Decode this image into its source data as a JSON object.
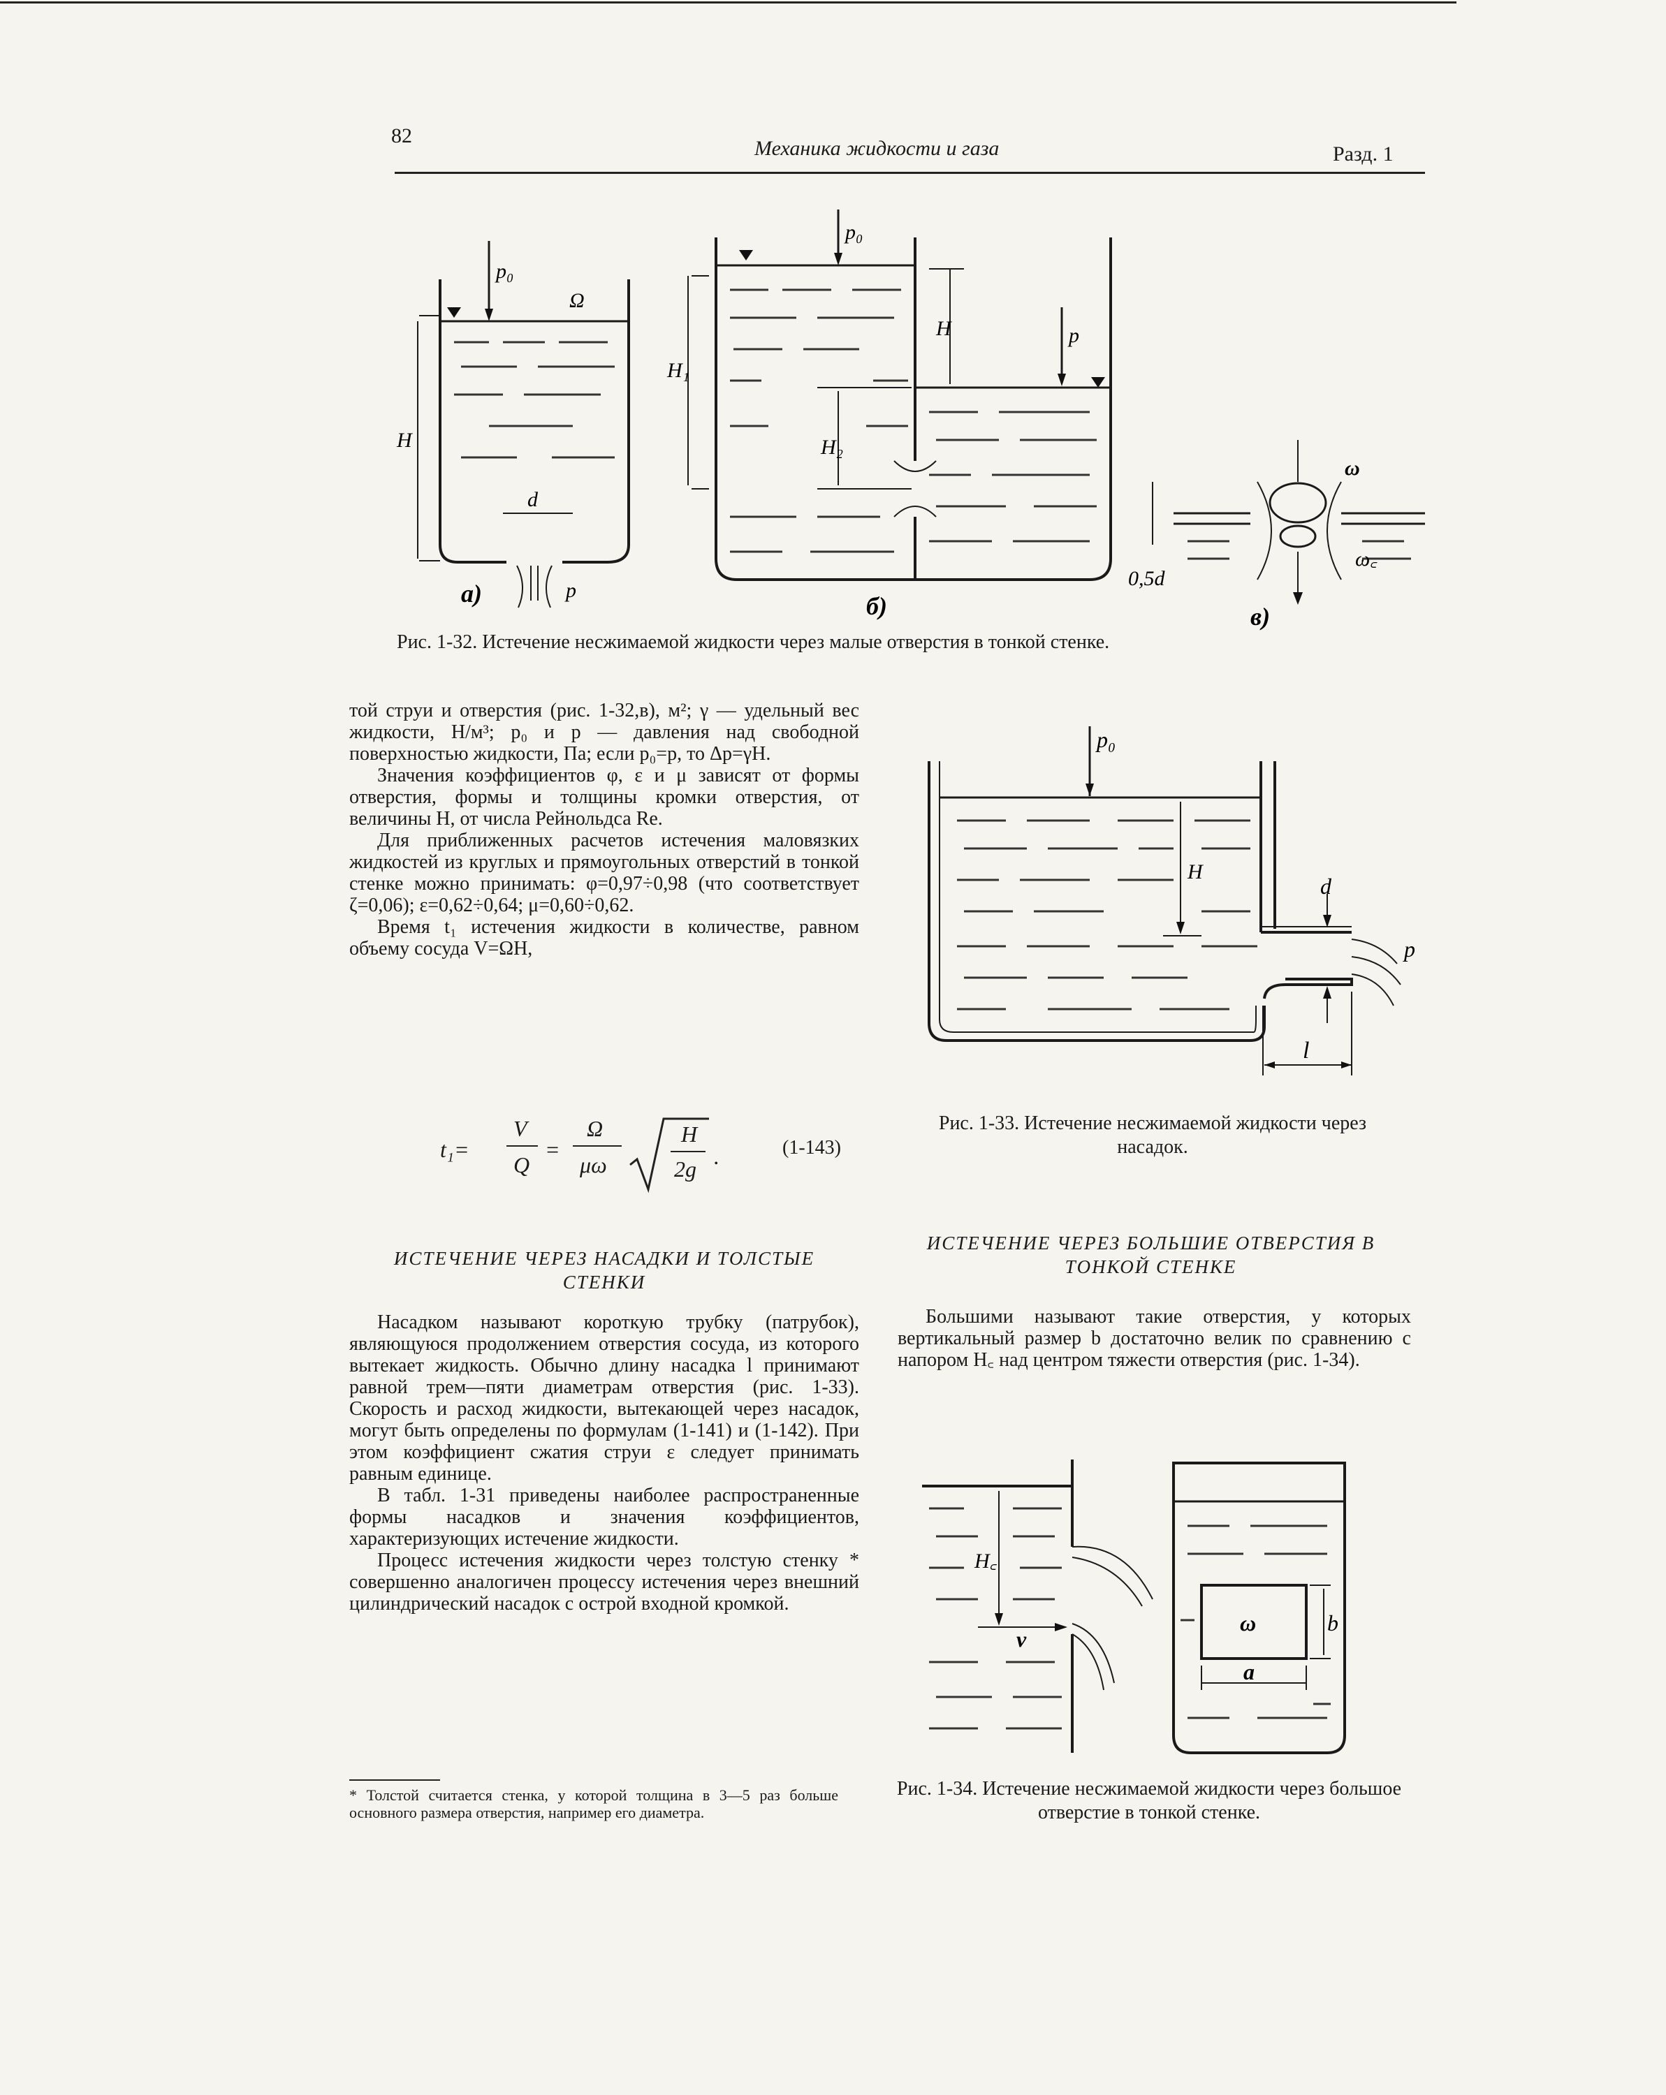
{
  "header": {
    "page_number": "82",
    "running_title": "Механика жидкости и газа",
    "section": "Разд. 1"
  },
  "fig_1_32": {
    "caption": "Рис. 1-32. Истечение несжимаемой жидкости через малые отверстия в тонкой стенке.",
    "a": {
      "p0": "p₀",
      "omega_big": "Ω",
      "H": "H",
      "d": "d",
      "p": "p",
      "label": "а)"
    },
    "b": {
      "p0": "p₀",
      "H": "H",
      "H1": "H₁",
      "H2": "H₂",
      "p": "p",
      "label": "б)"
    },
    "c": {
      "omega": "ω",
      "half_d": "0,5d",
      "omega_c": "ω꜀",
      "label": "в)"
    }
  },
  "left_column": {
    "paragraph_1": "той струи и отверстия (рис. 1-32,в), м²; γ — удельный вес жидкости, Н/м³; p₀ и p — давления над свободной поверхностью жидкости, Па; если p₀=p, то Δp=γH.",
    "paragraph_2": "Значения коэффициентов φ, ε и μ зависят от формы отверстия, формы и толщины кромки отверстия, от величины H, от числа Рейнольдса Re.",
    "paragraph_3": "Для приближенных расчетов истечения маловязких жидкостей из круглых и прямоугольных отверстий в тонкой стенке можно принимать: φ=0,97÷0,98 (что соответствует ζ=0,06); ε=0,62÷0,64; μ=0,60÷0,62.",
    "paragraph_4": "Время t₁ истечения жидкости в количестве, равном объему сосуда V=ΩH,",
    "formula": {
      "lhs": "t₁=",
      "f1_num": "V",
      "f1_den": "Q",
      "f2_num": "Ω",
      "f2_den": "μω",
      "r_num": "H",
      "r_den": "2g",
      "number": "(1-143)"
    },
    "section_heading": "ИСТЕЧЕНИЕ ЧЕРЕЗ НАСАДКИ И ТОЛСТЫЕ СТЕНКИ",
    "paragraph_5": "Насадком называют короткую трубку (патрубок), являющуюся продолжением отверстия сосуда, из которого вытекает жидкость. Обычно длину насадка l принимают равной трем—пяти диаметрам отверстия (рис. 1-33). Скорость и расход жидкости, вытекающей через насадок, могут быть определены по формулам (1-141) и (1-142). При этом коэффициент сжатия струи ε следует принимать равным единице.",
    "paragraph_6": "В табл. 1-31 приведены наиболее распространенные формы насадков и значения коэффициентов, характеризующих истечение жидкости.",
    "paragraph_7": "Процесс истечения жидкости через толстую стенку * совершенно аналогичен процессу истечения через внешний цилиндрический насадок с острой входной кромкой.",
    "footnote": "* Толстой считается стенка, у которой толщина в 3—5 раз больше основного размера отверстия, например его диаметра."
  },
  "right_column": {
    "fig_1_33": {
      "p0": "p₀",
      "H": "H",
      "d": "d",
      "p": "p",
      "l": "l",
      "caption": "Рис. 1-33. Истечение несжимаемой жидкости через насадок."
    },
    "section_heading": "ИСТЕЧЕНИЕ ЧЕРЕЗ БОЛЬШИЕ ОТВЕРСТИЯ В ТОНКОЙ СТЕНКЕ",
    "paragraph_1": "Большими называют такие отверстия, у которых вертикальный размер b достаточно велик по сравнению с напором H꜀ над центром тяжести отверстия (рис. 1-34).",
    "fig_1_34": {
      "Hc": "H꜀",
      "v": "v",
      "omega": "ω",
      "b": "b",
      "a": "a",
      "caption": "Рис. 1-34. Истечение несжимаемой жидкости через большое отверстие в тонкой стенке."
    }
  }
}
